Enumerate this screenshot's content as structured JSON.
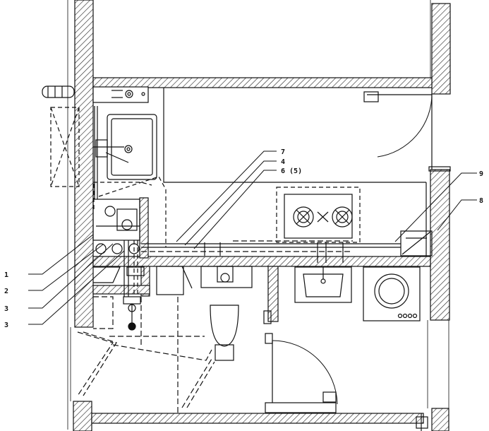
{
  "callouts": {
    "c1": "1",
    "c2": "2",
    "c3a": "3",
    "c3b": "3",
    "c4": "4",
    "c6": "6 (5)",
    "c7": "7",
    "c8": "8",
    "c9": "9"
  },
  "colors": {
    "ink": "#111111",
    "background": "#ffffff"
  },
  "icons": {
    "wall": "hatched-wall",
    "sink": "kitchen-sink-icon",
    "cooktop": "gas-cooktop-icon",
    "washer": "washing-machine-icon",
    "toilet": "toilet-icon",
    "basin": "wash-basin-icon",
    "drain": "floor-drain-icon",
    "door": "door-swing-icon"
  }
}
